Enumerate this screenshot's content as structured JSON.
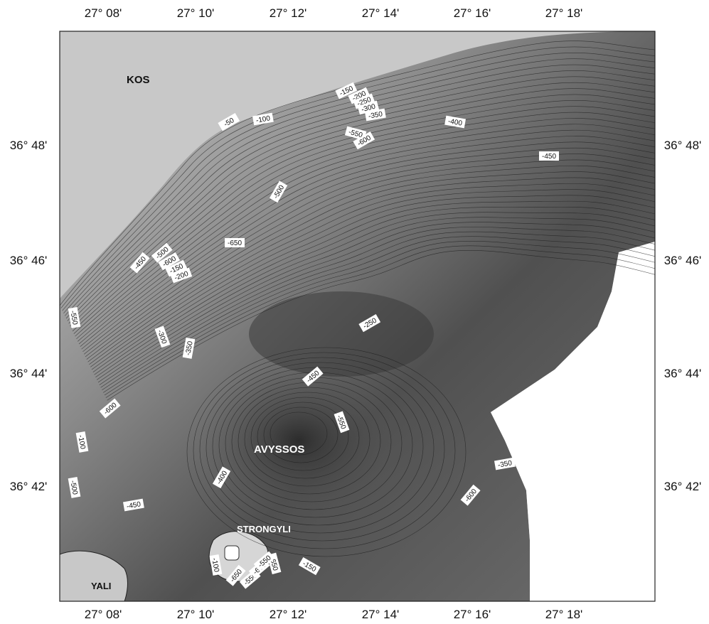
{
  "map": {
    "colors": {
      "land": "#c8c8c8",
      "sea_shallow": "#bdbdbd",
      "sea_deep": "#3c3c3c",
      "frame": "#222222",
      "contour": "#1a1a1a",
      "label_bg": "#ffffff"
    },
    "lon_ticks": [
      "27° 08'",
      "27° 10'",
      "27° 12'",
      "27° 14'",
      "27° 16'",
      "27° 18'"
    ],
    "lat_ticks": [
      "36° 48'",
      "36° 46'",
      "36° 44'",
      "36° 42'"
    ],
    "places": {
      "kos": "KOS",
      "avyssos": "AVYSSOS",
      "strongyli": "STRONGYLI",
      "yali": "YALI"
    },
    "depth_labels": [
      "-50",
      "-100",
      "-150",
      "-200",
      "-250",
      "-300",
      "-350",
      "-400",
      "-450",
      "-500",
      "-550",
      "-600",
      "-650",
      "-450",
      "-500",
      "-600",
      "-150",
      "-200",
      "-250",
      "-300",
      "-350",
      "-450",
      "-550",
      "-600",
      "-100",
      "-550",
      "-500",
      "-450",
      "-400",
      "-350",
      "-600",
      "-650",
      "-650",
      "-550",
      "-600",
      "-550",
      "-100",
      "-150",
      "-200",
      "-250",
      "-550",
      "-600"
    ]
  }
}
